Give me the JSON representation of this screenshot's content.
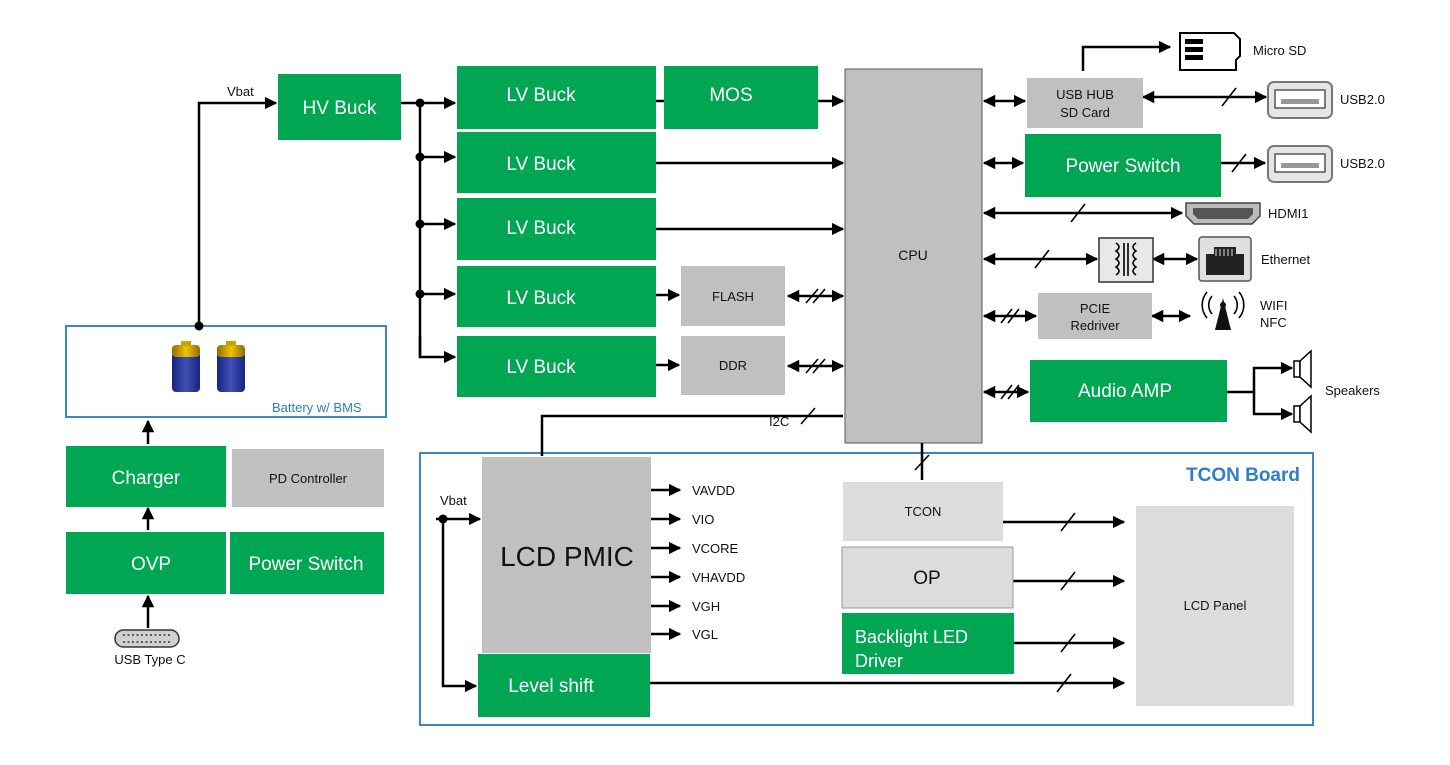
{
  "power": {
    "vbat_label": "Vbat",
    "hv_buck": "HV Buck",
    "lv_buck_1": "LV Buck",
    "lv_buck_2": "LV Buck",
    "lv_buck_3": "LV Buck",
    "lv_buck_4": "LV Buck",
    "lv_buck_5": "LV Buck",
    "mos": "MOS",
    "flash": "FLASH",
    "ddr": "DDR"
  },
  "battery": {
    "label": "Battery w/ BMS",
    "charger": "Charger",
    "pd_controller": "PD Controller",
    "ovp": "OVP",
    "power_switch": "Power Switch",
    "usb_type_c": "USB Type C"
  },
  "cpu": {
    "label": "CPU",
    "i2c": "I2C"
  },
  "peripherals": {
    "usb_hub_line1": "USB HUB",
    "usb_hub_line2": "SD Card",
    "micro_sd": "Micro SD",
    "usb2_a": "USB2.0",
    "usb2_b": "USB2.0",
    "power_switch": "Power Switch",
    "hdmi": "HDMI1",
    "ethernet": "Ethernet",
    "pcie_line1": "PCIE",
    "pcie_line2": "Redriver",
    "wifi_line1": "WIFI",
    "wifi_line2": "NFC",
    "audio_amp": "Audio AMP",
    "speakers": "Speakers"
  },
  "tcon": {
    "board_title": "TCON Board",
    "vbat_label": "Vbat",
    "lcd_pmic": "LCD PMIC",
    "rails": [
      "VAVDD",
      "VIO",
      "VCORE",
      "VHAVDD",
      "VGH",
      "VGL"
    ],
    "level_shift": "Level shift",
    "tcon": "TCON",
    "op": "OP",
    "backlight_line1": "Backlight LED",
    "backlight_line2": "Driver",
    "lcd_panel": "LCD Panel"
  },
  "colors": {
    "green": "#00a651",
    "gray": "#c0c0c0",
    "blue_frame": "#3a86c8"
  }
}
